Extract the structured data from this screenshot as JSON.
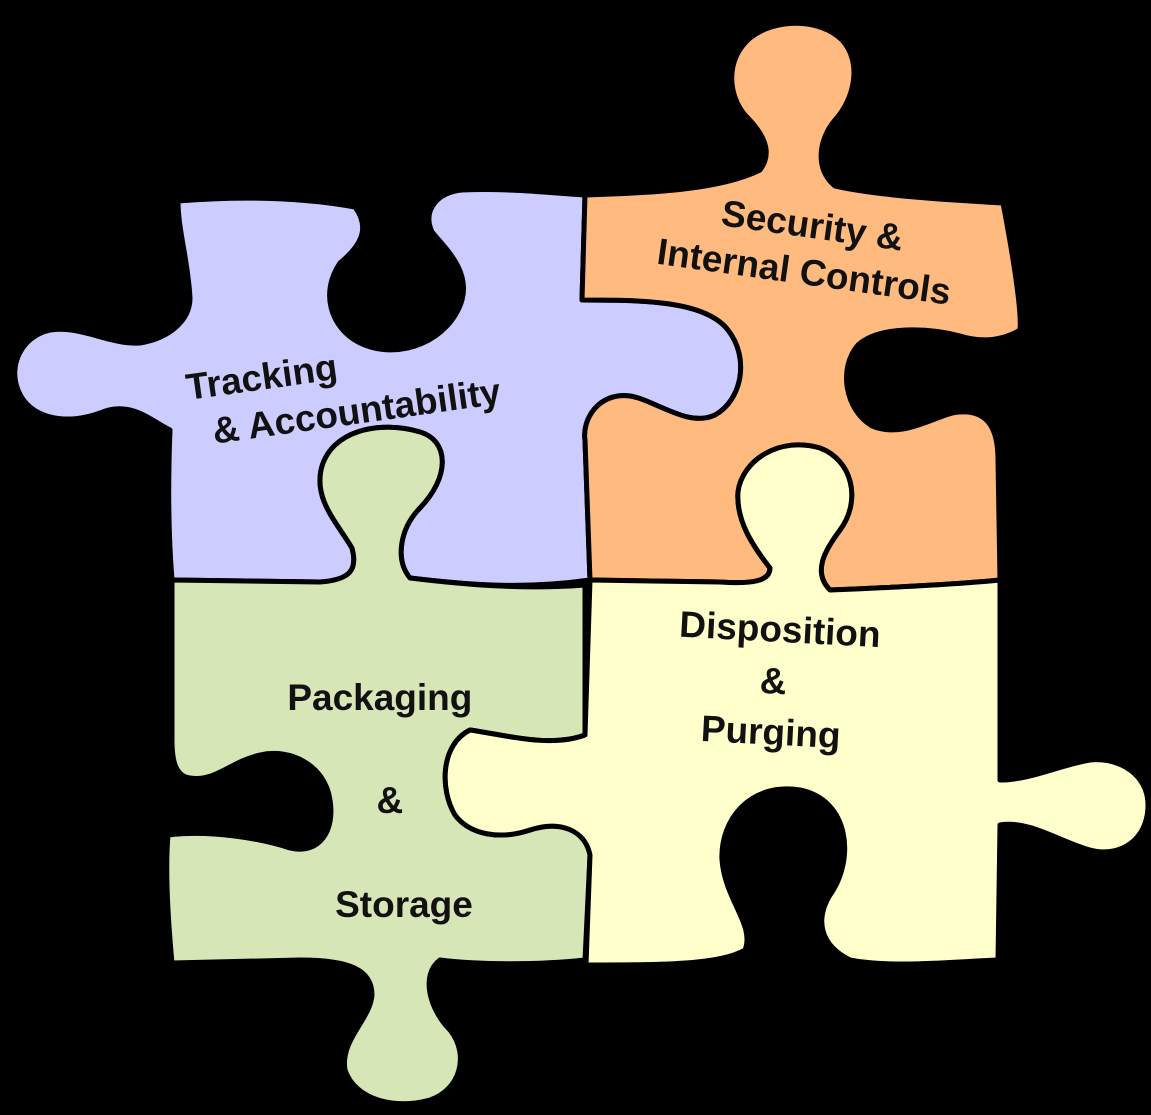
{
  "diagram": {
    "background_color": "#000000",
    "pieces": [
      {
        "id": "tracking",
        "color": "#CCCCFF",
        "lines": [
          "Tracking",
          "& Accountability"
        ]
      },
      {
        "id": "security",
        "color": "#FFBB7F",
        "lines": [
          "Security &",
          "Internal Controls"
        ]
      },
      {
        "id": "packaging",
        "color": "#D7E6B7",
        "lines": [
          "Packaging",
          "&",
          "Storage"
        ]
      },
      {
        "id": "disposition",
        "color": "#FFFFCC",
        "lines": [
          "Disposition",
          "&",
          "Purging"
        ]
      }
    ]
  }
}
